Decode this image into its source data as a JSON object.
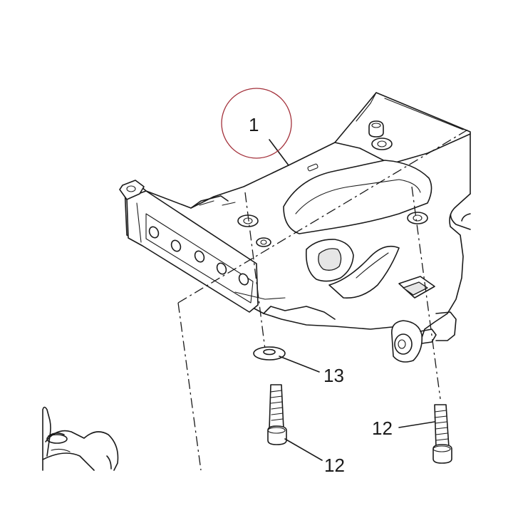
{
  "callouts": {
    "part_1": "1",
    "part_13": "13",
    "part_12_left": "12",
    "part_12_right": "12"
  },
  "highlight": {
    "color": "#a3303a"
  }
}
